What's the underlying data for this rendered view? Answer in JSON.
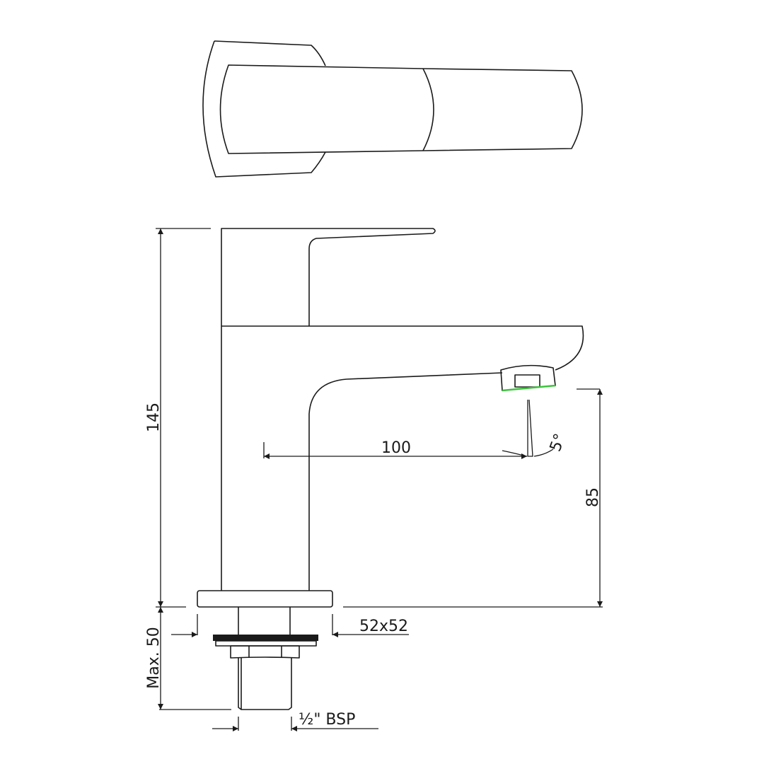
{
  "dimensions": {
    "total_height": "145",
    "spout_height": "85",
    "spout_reach": "100",
    "spray_angle": "5°",
    "max_deck_thickness": "Max. 50",
    "base_size": "52x52",
    "connection": "½\" BSP"
  },
  "colors": {
    "line": "#1a1a1a",
    "aerator_highlight": "#3cc43c"
  }
}
